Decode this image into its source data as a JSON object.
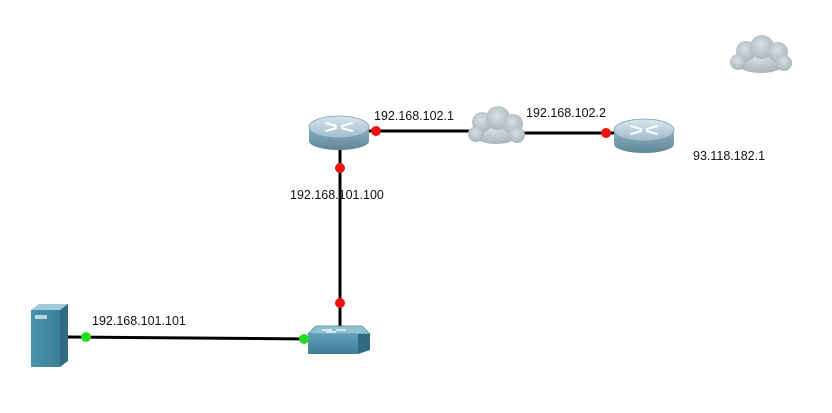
{
  "diagram": {
    "labels": {
      "router1_wan_ip": "192.168.102.1",
      "router2_wan_ip": "192.168.102.2",
      "router2_public_ip": "93.118.182.1",
      "router1_lan_ip": "192.168.101.100",
      "server_ip": "192.168.101.101"
    },
    "devices": {
      "router1": "router-icon",
      "router2": "router-icon",
      "wan_cloud": "cloud-icon",
      "internet_cloud": "cloud-icon",
      "switch": "switch-icon",
      "server": "server-icon"
    },
    "link_status": {
      "router1_to_cloud": "down",
      "cloud_to_router2": "down",
      "router1_to_switch": "down",
      "switch_to_server": "up"
    },
    "colors": {
      "link_down": "#ee1111",
      "link_up": "#22dd22",
      "cable": "#000000",
      "device_blue": "#3e8aa6",
      "cloud_gray": "#b8c4cc"
    }
  }
}
